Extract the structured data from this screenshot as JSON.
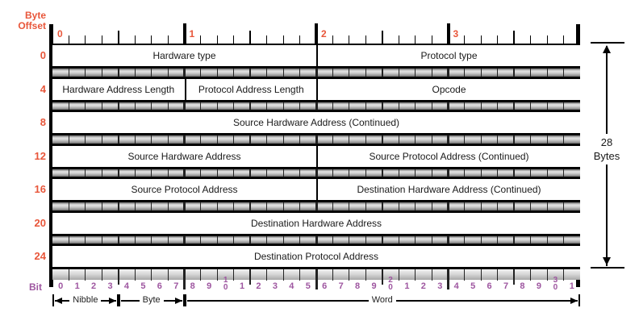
{
  "colors": {
    "offset_label": "#e8563a",
    "bit_label": "#9e56a0",
    "field_text": "#1a1a1a"
  },
  "left_header": {
    "line1": "Byte",
    "line2": "Offset"
  },
  "bit_axis_label": "Bit",
  "top_ruler": {
    "byte_labels": [
      "0",
      "1",
      "2",
      "3"
    ]
  },
  "rows": [
    {
      "offset": "0",
      "fields": [
        {
          "label": "Hardware type",
          "span": 16
        },
        {
          "label": "Protocol type",
          "span": 16
        }
      ]
    },
    {
      "offset": "4",
      "fields": [
        {
          "label": "Hardware Address Length",
          "span": 8
        },
        {
          "label": "Protocol Address Length",
          "span": 8
        },
        {
          "label": "Opcode",
          "span": 16
        }
      ]
    },
    {
      "offset": "8",
      "fields": [
        {
          "label": "Source Hardware Address (Continued)",
          "span": 32
        }
      ]
    },
    {
      "offset": "12",
      "fields": [
        {
          "label": "Source Hardware Address",
          "span": 16
        },
        {
          "label": "Source Protocol Address (Continued)",
          "span": 16
        }
      ]
    },
    {
      "offset": "16",
      "fields": [
        {
          "label": "Source Protocol Address",
          "span": 16
        },
        {
          "label": "Destination Hardware Address (Continued)",
          "span": 16
        }
      ]
    },
    {
      "offset": "20",
      "fields": [
        {
          "label": "Destination Hardware Address",
          "span": 32
        }
      ]
    },
    {
      "offset": "24",
      "fields": [
        {
          "label": "Destination Protocol Address",
          "span": 32
        }
      ]
    }
  ],
  "bit_numbers": [
    "0",
    "1",
    "2",
    "3",
    "4",
    "5",
    "6",
    "7",
    "8",
    "9",
    "10",
    "1",
    "2",
    "3",
    "4",
    "5",
    "6",
    "7",
    "8",
    "9",
    "20",
    "1",
    "2",
    "3",
    "4",
    "5",
    "6",
    "7",
    "8",
    "9",
    "30",
    "1"
  ],
  "scale_markers": [
    {
      "label": "Nibble",
      "from_bit": 0,
      "to_bit": 4,
      "arrow_heads": "both"
    },
    {
      "label": "Byte",
      "from_bit": 4,
      "to_bit": 8,
      "arrow_heads": "right"
    },
    {
      "label": "Word",
      "from_bit": 8,
      "to_bit": 32,
      "arrow_heads": "right"
    }
  ],
  "size_bracket": {
    "value": "28",
    "unit": "Bytes"
  }
}
